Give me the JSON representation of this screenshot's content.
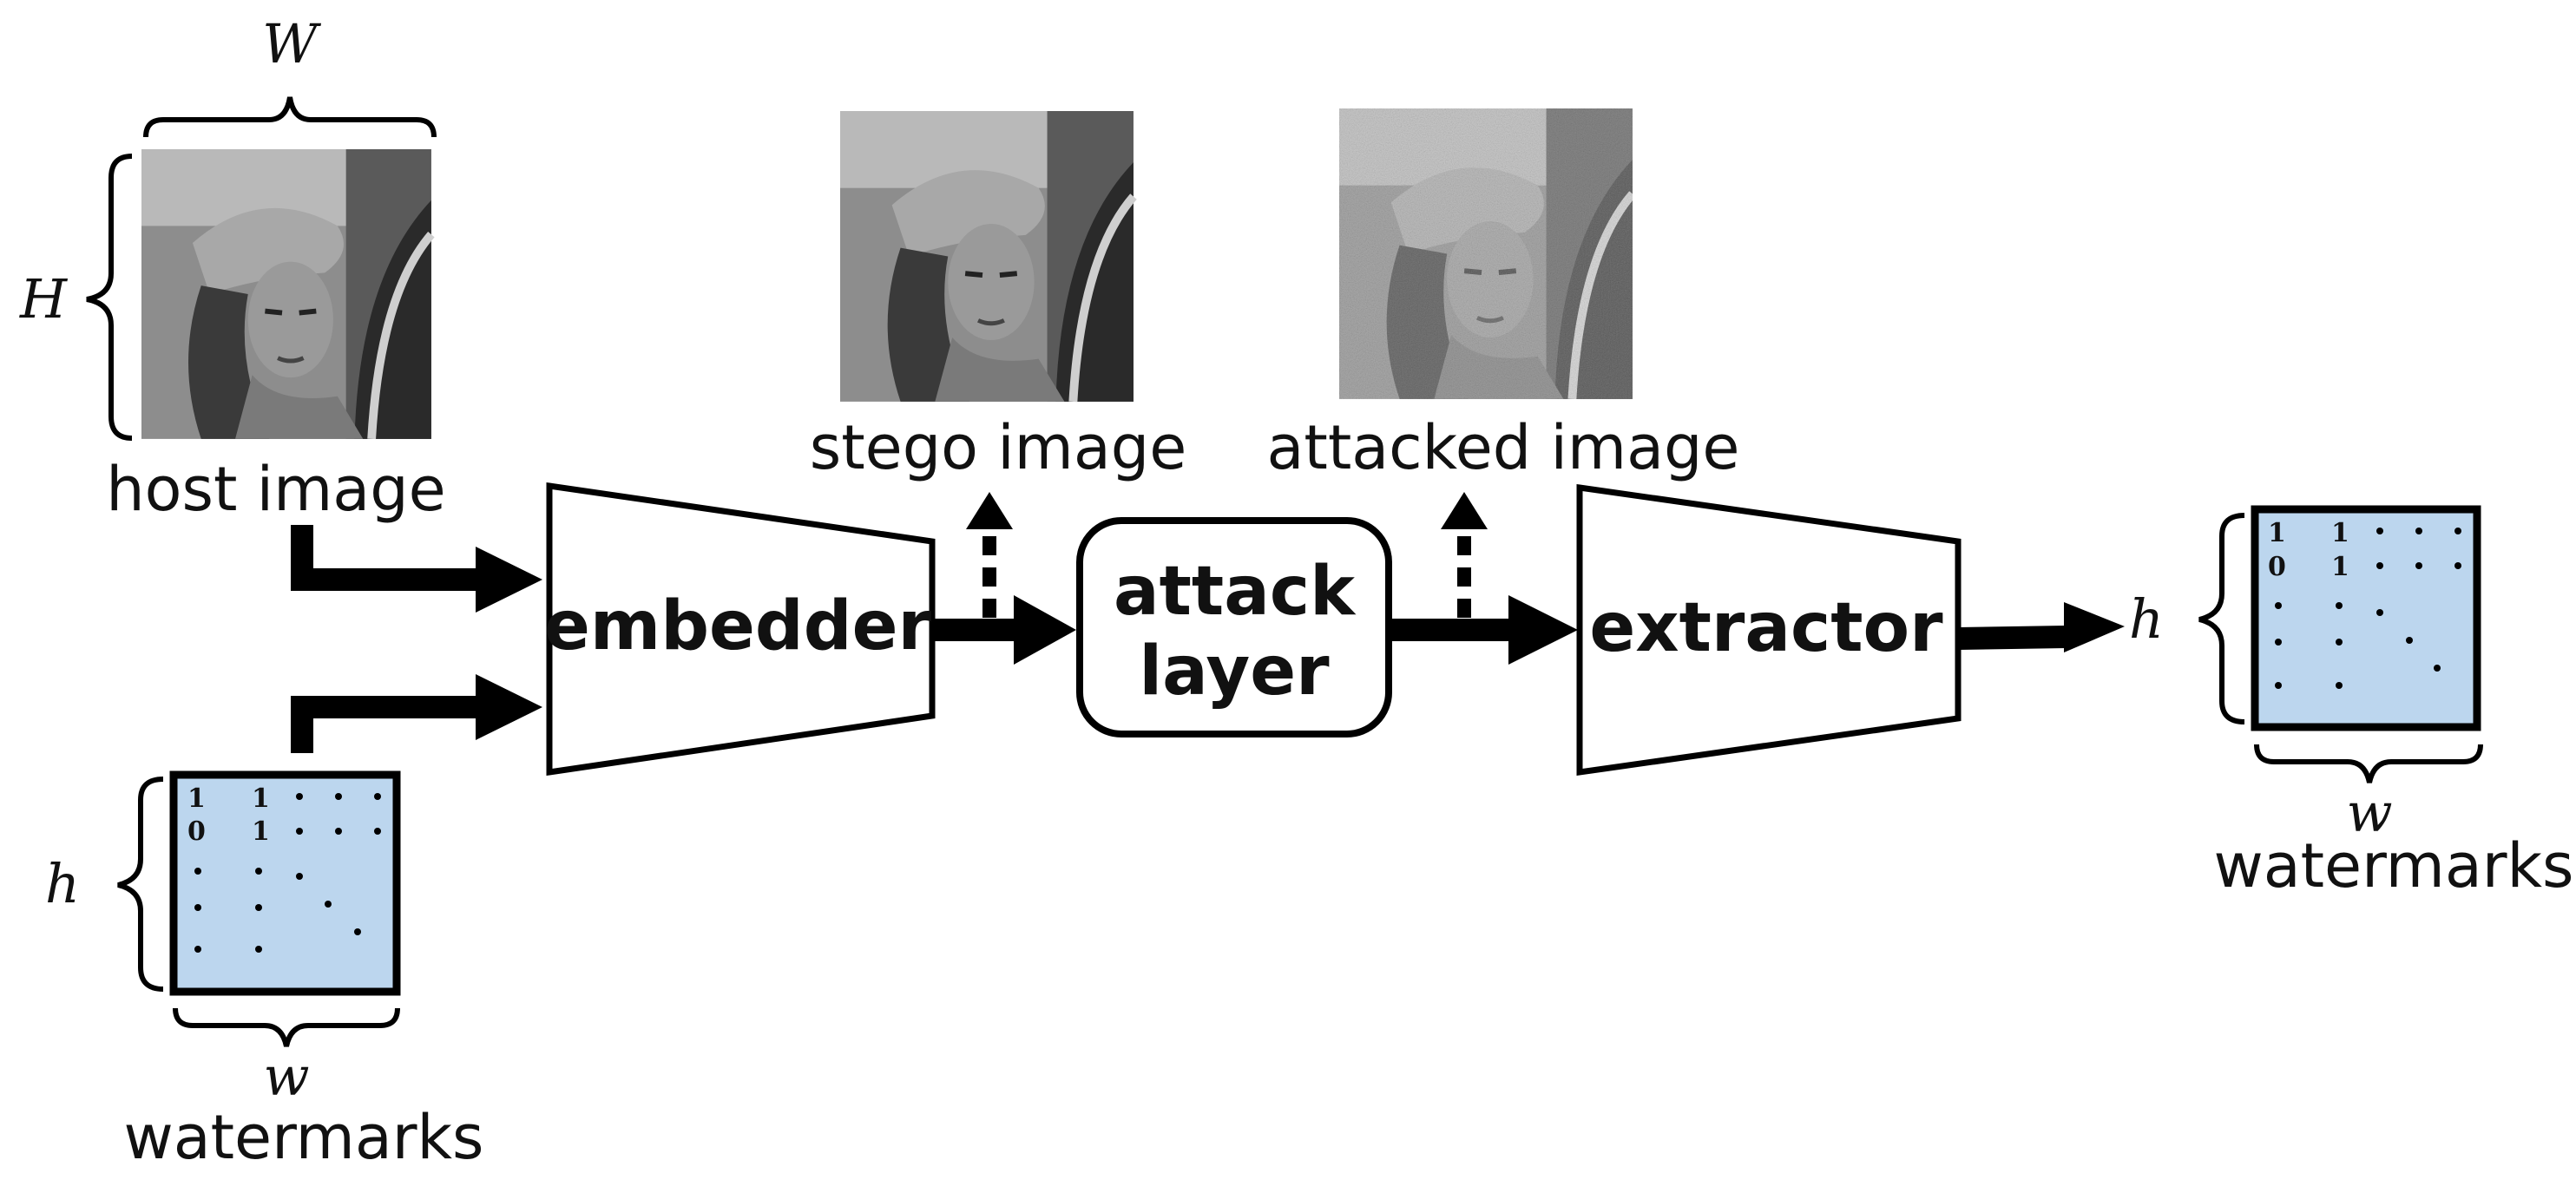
{
  "labels": {
    "host_image": "host image",
    "stego_image": "stego image",
    "attacked_image": "attacked image",
    "watermarks_input": "watermarks",
    "watermarks_output": "watermarks"
  },
  "blocks": {
    "embedder": "embedder",
    "attack_line1": "attack",
    "attack_line2": "layer",
    "extractor": "extractor"
  },
  "dims": {
    "W": "W",
    "H": "H",
    "h_in": "h",
    "w_in": "w",
    "h_out": "h",
    "w_out": "w"
  },
  "matrix": {
    "row1": [
      "1",
      "1"
    ],
    "row2": [
      "0",
      "1"
    ]
  },
  "colors": {
    "matrix_fill": "#bcd6ee",
    "stroke": "#000000"
  }
}
